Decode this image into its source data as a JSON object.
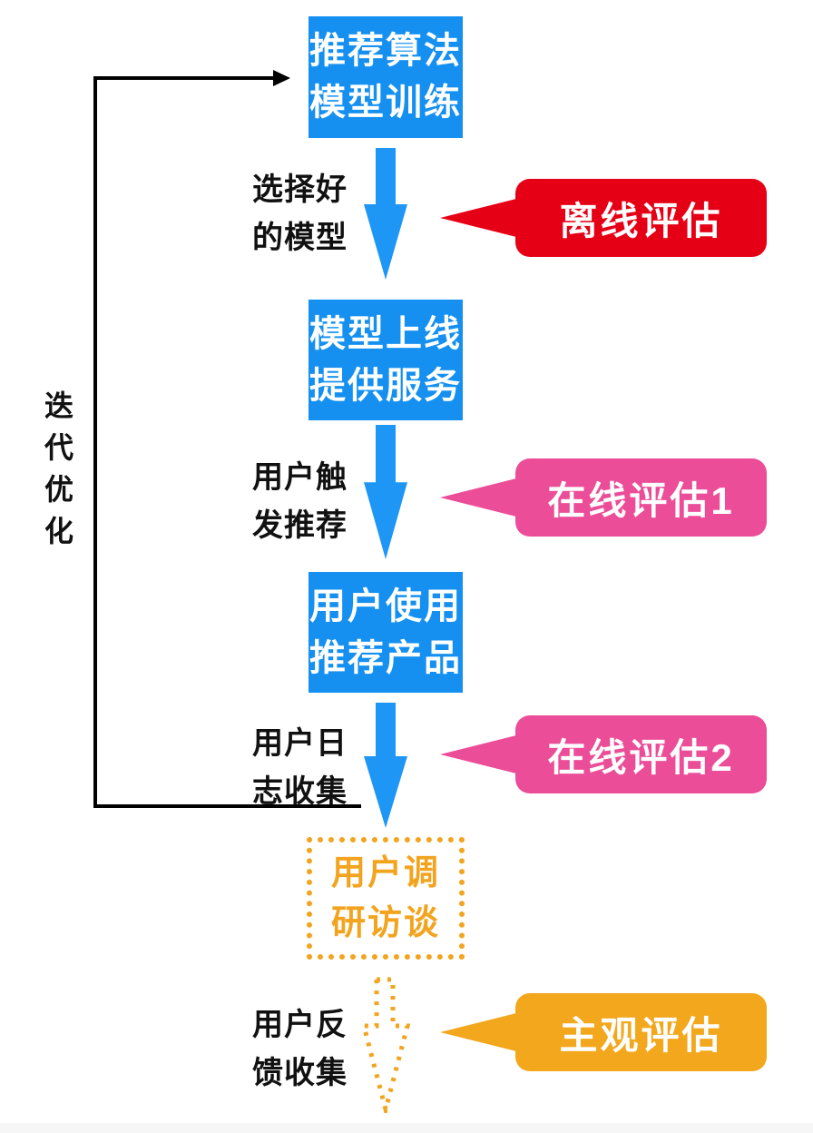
{
  "diagram": {
    "title_hint": "recommendation-system-evaluation-flow",
    "colors": {
      "process_blue": "#1590f0",
      "offline_red": "#e60016",
      "online_pink": "#eb4d98",
      "subjective_orange": "#f2a71c",
      "text_black": "#111111",
      "background": "#ffffff",
      "footer_strip": "#f6f6f6"
    },
    "loop_label": "迭\n代\n优\n化",
    "boxes": {
      "train": "推荐算法\n模型训练",
      "serve": "模型上线\n提供服务",
      "use": "用户使用\n推荐产品",
      "survey": "用户调\n研访谈"
    },
    "edge_labels": {
      "select_model": "选择好\n的模型",
      "trigger_rec": "用户触\n发推荐",
      "log_collect": "用户日\n志收集",
      "feedback_collect": "用户反\n馈收集"
    },
    "callouts": {
      "offline": "离线评估",
      "online1": "在线评估1",
      "online2": "在线评估2",
      "subjective": "主观评估"
    },
    "icons": {
      "down_arrow": "solid-down-arrow-icon",
      "dashed_down_arrow": "dashed-down-arrow-icon",
      "loop_arrow": "feedback-loop-arrow-icon"
    }
  }
}
